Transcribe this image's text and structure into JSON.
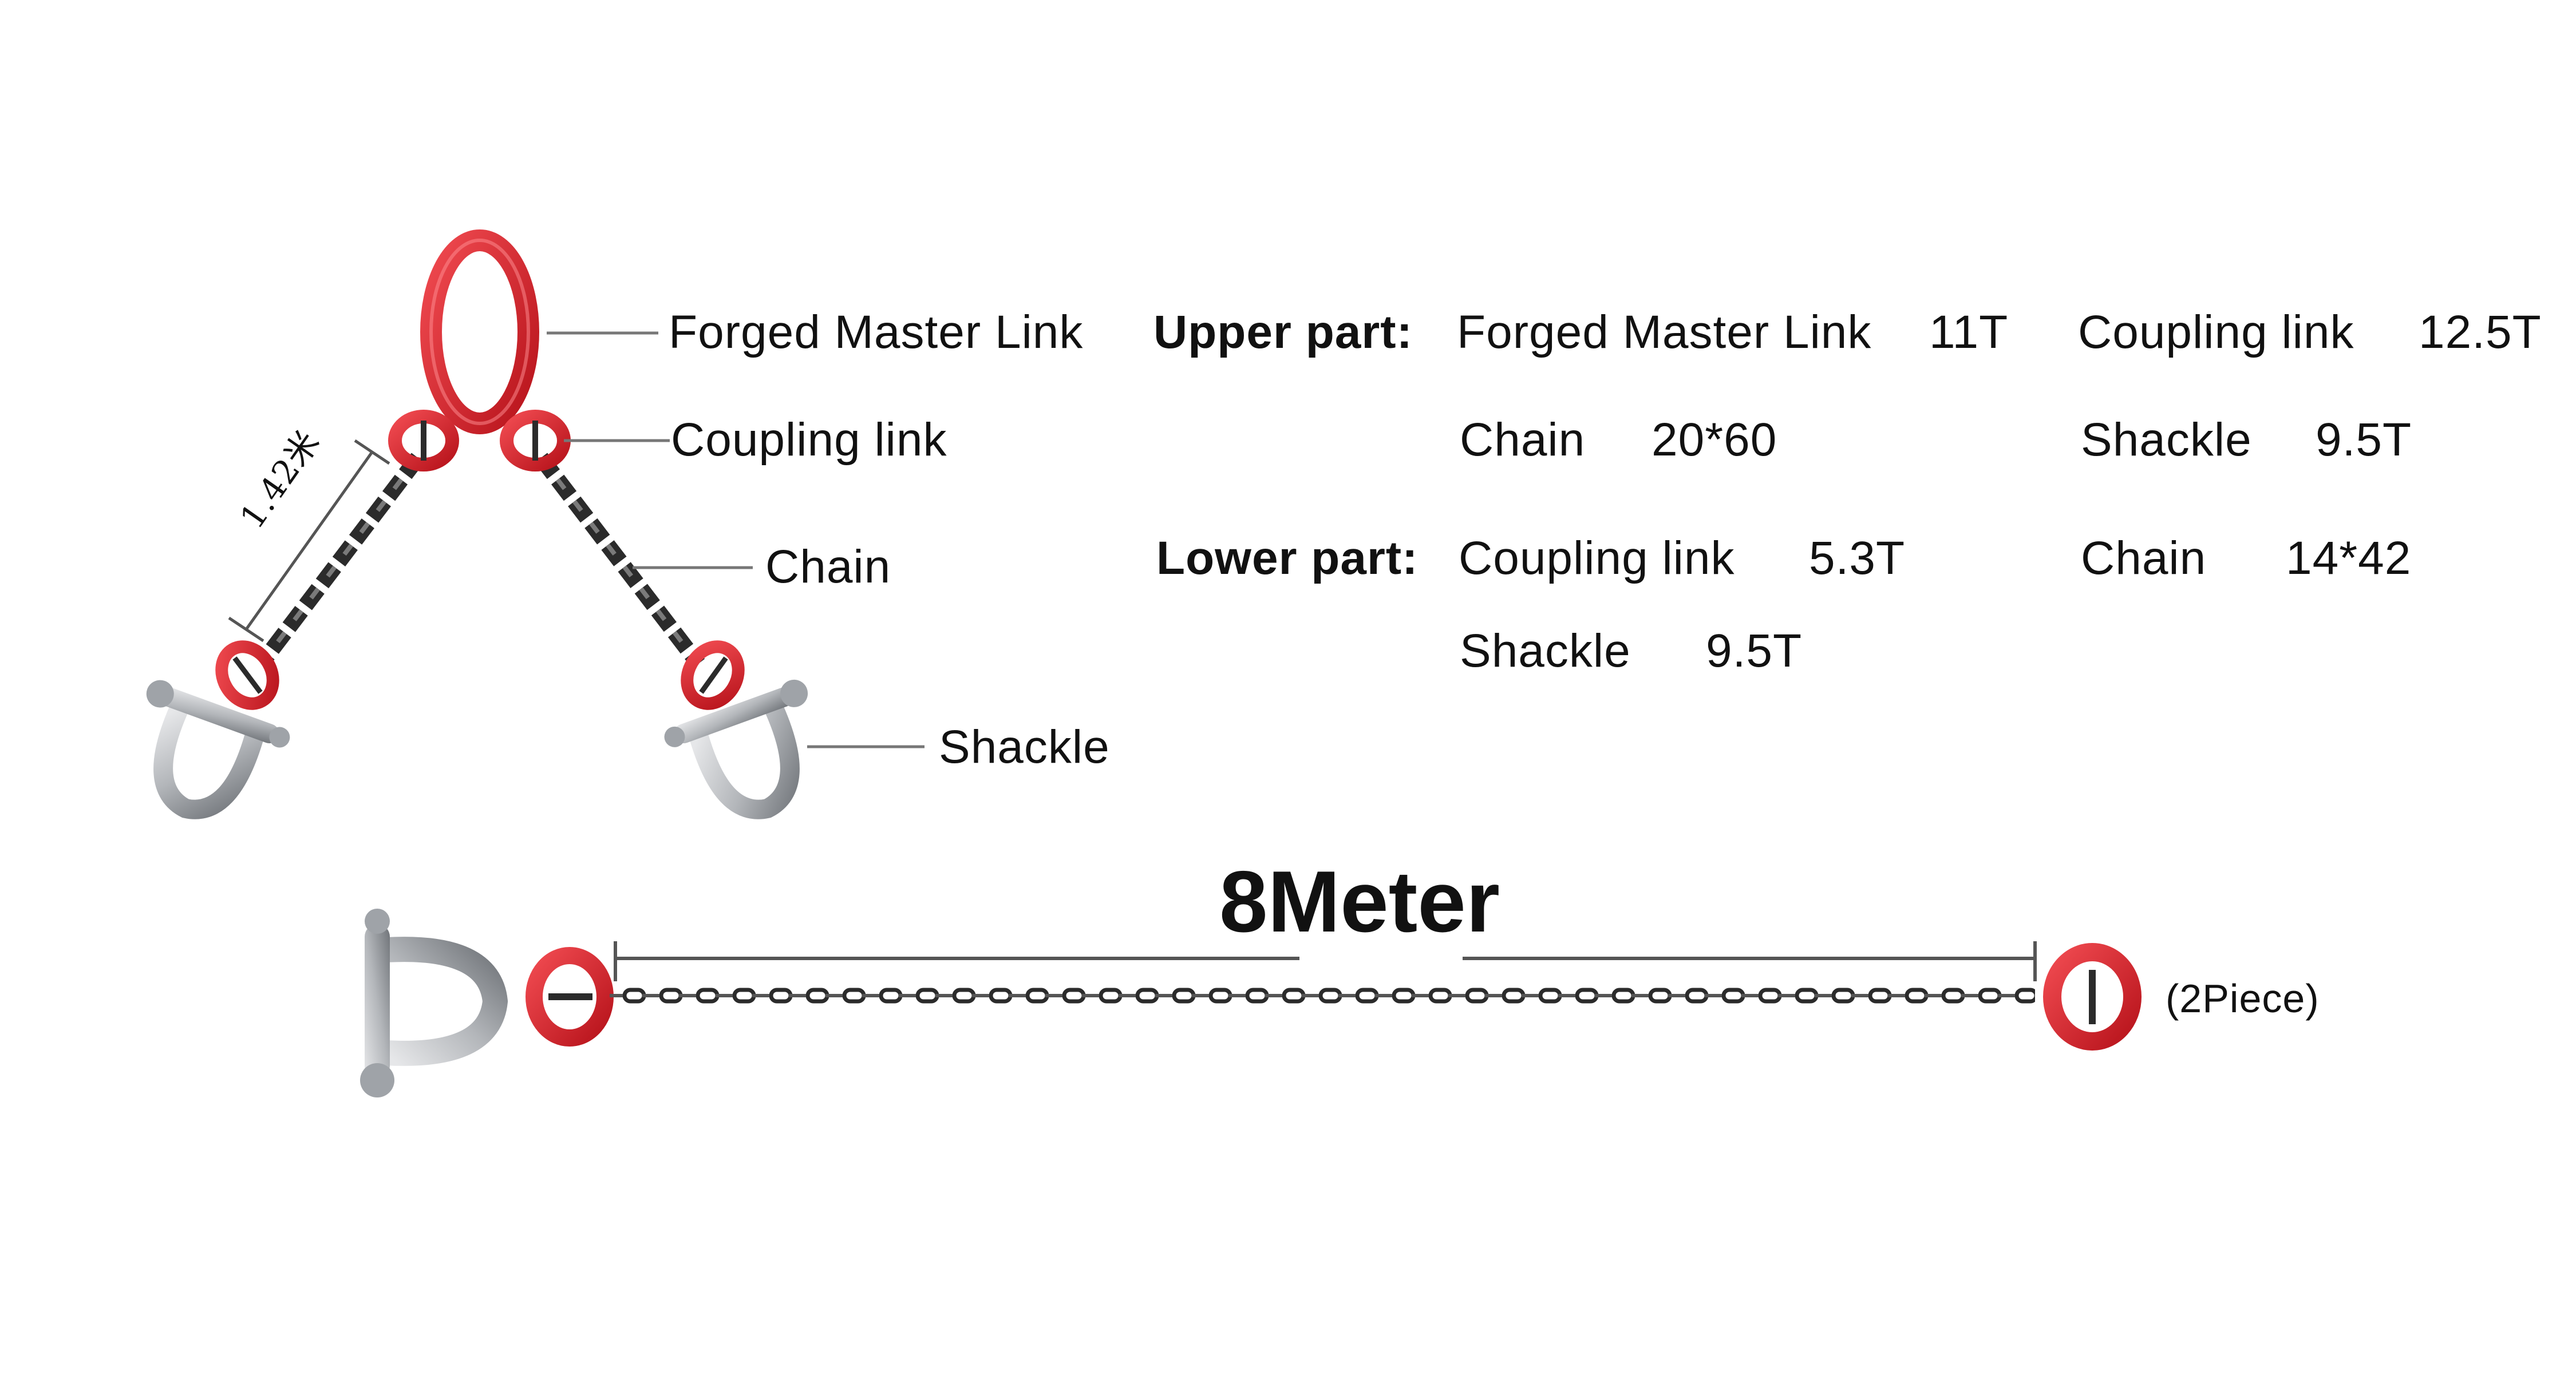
{
  "callouts": {
    "master_link": "Forged Master Link",
    "coupling_link": "Coupling link",
    "chain": "Chain",
    "shackle": "Shackle"
  },
  "leg_length": "1.42米",
  "specs": {
    "upper": {
      "heading": "Upper part:",
      "items": [
        {
          "name": "Forged Master Link",
          "value": "11T"
        },
        {
          "name": "Coupling link",
          "value": "12.5T"
        },
        {
          "name": "Chain",
          "value": "20*60"
        },
        {
          "name": "Shackle",
          "value": "9.5T"
        }
      ]
    },
    "lower": {
      "heading": "Lower part:",
      "items": [
        {
          "name": "Coupling link",
          "value": "5.3T"
        },
        {
          "name": "Chain",
          "value": "14*42"
        },
        {
          "name": "Shackle",
          "value": "9.5T"
        }
      ]
    }
  },
  "extension": {
    "length": "8Meter",
    "quantity": "(2Piece)"
  },
  "colors": {
    "link_red": "#d9262e",
    "chain_dark": "#2b2b2b",
    "shackle_grey": "#b9bcc0",
    "leader_grey": "#777777"
  }
}
